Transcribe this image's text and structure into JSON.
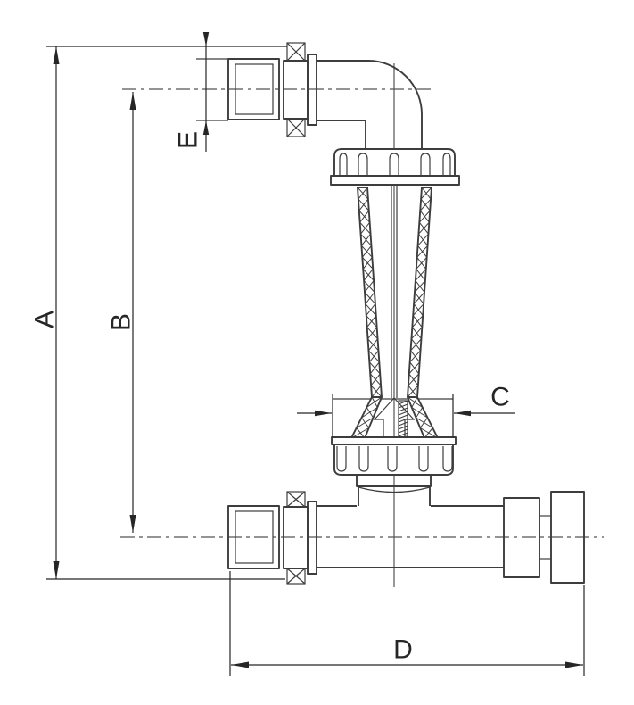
{
  "figure": {
    "labels": {
      "a": "A",
      "b": "B",
      "c": "C",
      "d": "D",
      "e": "E"
    }
  },
  "colors": {
    "background": "#ffffff",
    "line": "#3d3d3d",
    "dimension": "#262626"
  }
}
